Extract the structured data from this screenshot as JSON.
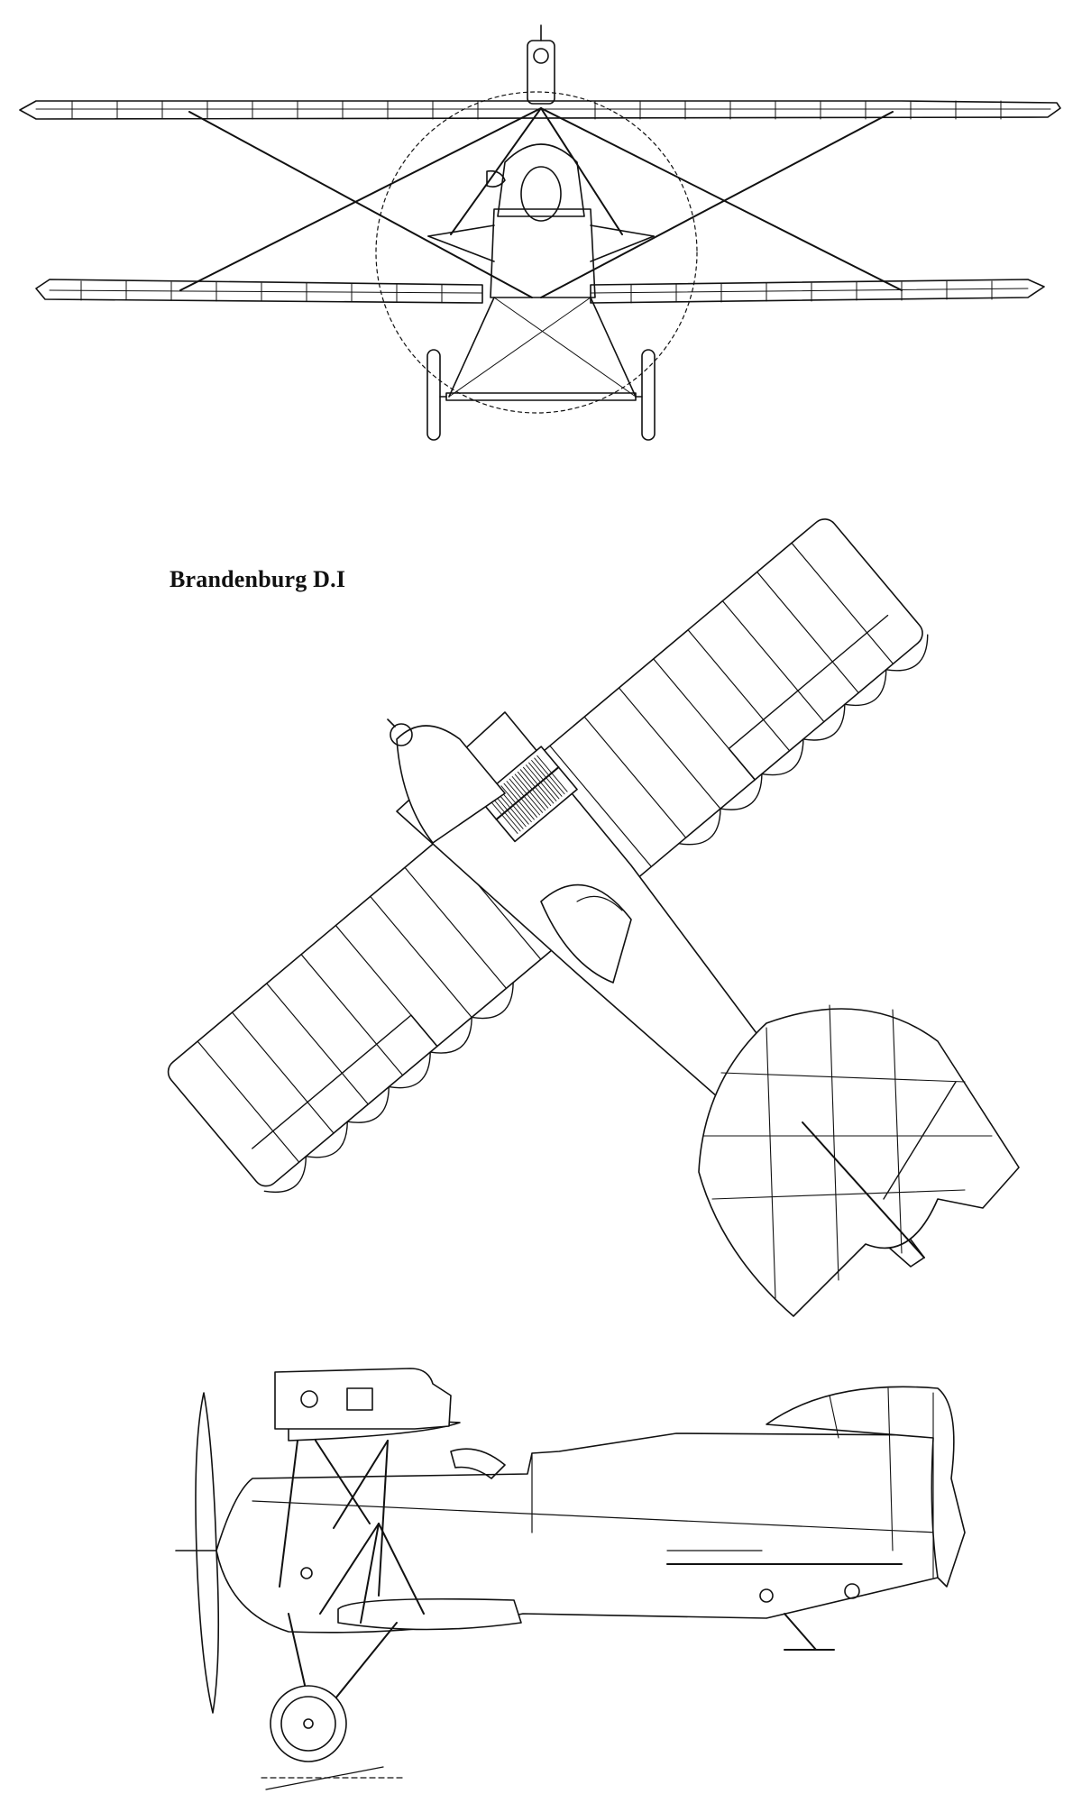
{
  "drawing": {
    "title": "Brandenburg D.I",
    "line_color": "#111111",
    "background_color": "#ffffff",
    "views": [
      "front-view",
      "top-view",
      "side-view"
    ]
  }
}
